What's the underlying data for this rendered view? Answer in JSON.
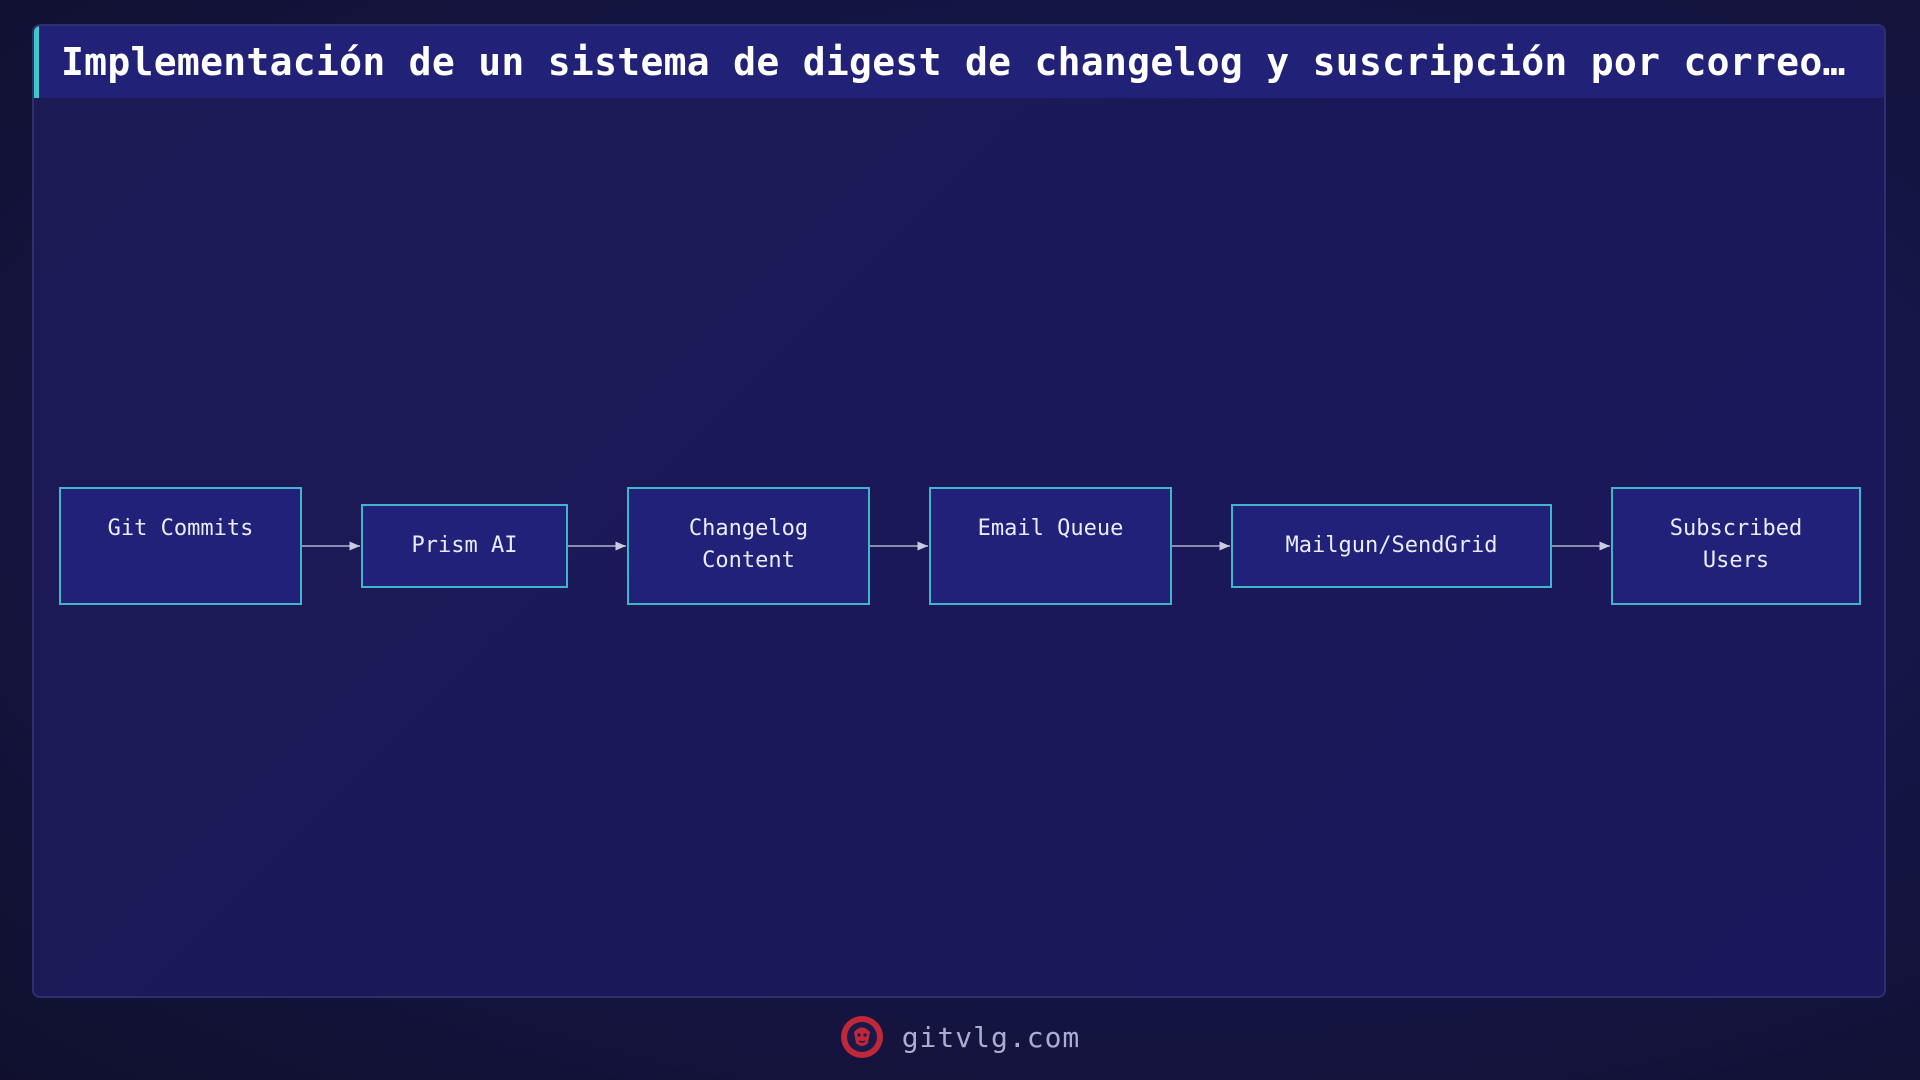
{
  "title": "Implementación de un sistema de digest de changelog y suscripción por correo electrónico",
  "diagram": {
    "nodes": [
      {
        "id": "git-commits",
        "label": "Git Commits"
      },
      {
        "id": "prism-ai",
        "label": "Prism AI"
      },
      {
        "id": "changelog-content",
        "label": "Changelog\nContent"
      },
      {
        "id": "email-queue",
        "label": "Email Queue"
      },
      {
        "id": "mailgun-sendgrid",
        "label": "Mailgun/SendGrid"
      },
      {
        "id": "subscribed-users",
        "label": "Subscribed\nUsers"
      }
    ],
    "edges": [
      {
        "from": "git-commits",
        "to": "prism-ai"
      },
      {
        "from": "prism-ai",
        "to": "changelog-content"
      },
      {
        "from": "changelog-content",
        "to": "email-queue"
      },
      {
        "from": "email-queue",
        "to": "mailgun-sendgrid"
      },
      {
        "from": "mailgun-sendgrid",
        "to": "subscribed-users"
      }
    ]
  },
  "footer": {
    "site": "gitvlg.com",
    "logo_icon": "lion-logo-icon"
  },
  "colors": {
    "accent": "#3fc6c8",
    "node_fill": "#21217a",
    "node_border": "#3fb6c9",
    "logo": "#c0283a"
  }
}
